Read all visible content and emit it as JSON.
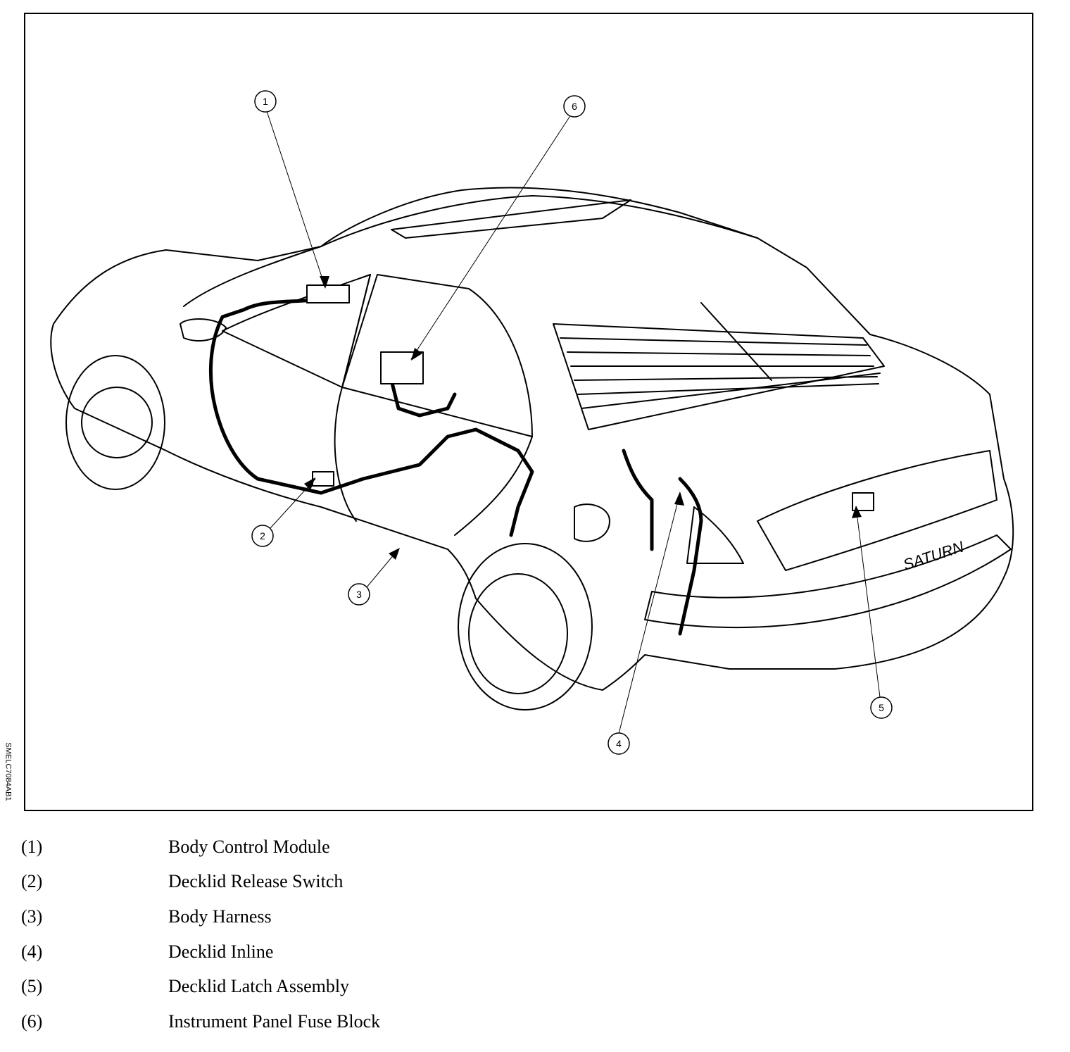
{
  "figure_id": "SMELC7084AB1",
  "callouts": [
    "1",
    "2",
    "3",
    "4",
    "5",
    "6"
  ],
  "badge_text": "SATURN",
  "legend": [
    {
      "num": "(1)",
      "label": "Body Control Module"
    },
    {
      "num": "(2)",
      "label": "Decklid Release Switch"
    },
    {
      "num": "(3)",
      "label": "Body Harness"
    },
    {
      "num": "(4)",
      "label": "Decklid Inline"
    },
    {
      "num": "(5)",
      "label": "Decklid Latch Assembly"
    },
    {
      "num": "(6)",
      "label": "Instrument Panel Fuse Block"
    }
  ]
}
